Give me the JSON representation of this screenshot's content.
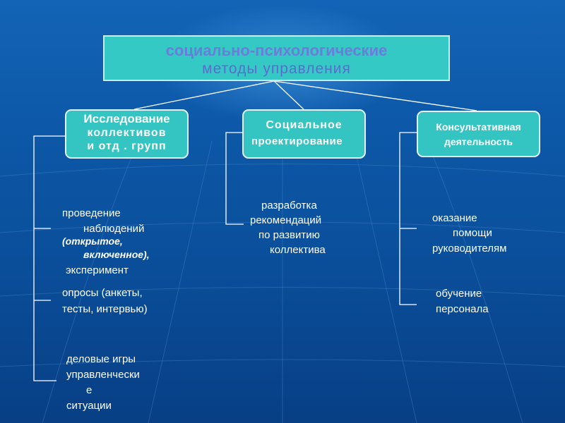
{
  "title": {
    "line1": "социально-психологические",
    "line2": "методы управления"
  },
  "categories": [
    {
      "lines": [
        "Исследование",
        "коллективов",
        "и отд . групп"
      ]
    },
    {
      "lines": [
        "Социальное",
        "проектирование"
      ]
    },
    {
      "lines": [
        "Консультативная",
        "деятельность"
      ]
    }
  ],
  "items": {
    "observation": {
      "line1": "проведение",
      "line2": "наблюдений",
      "line3": "(открытое,",
      "line4": "включенное),",
      "line5": "эксперимент"
    },
    "surveys": {
      "line1": "опросы (анкеты,",
      "line2": "тесты, интервью)"
    },
    "games": {
      "line1": "деловые игры",
      "line2": "управленчески",
      "line3": "е",
      "line4": "ситуации"
    },
    "recommendations": {
      "line1": "разработка",
      "line2": "рекомендаций",
      "line3": "по развитию",
      "line4": "коллектива"
    },
    "assistance": {
      "line1": "оказание",
      "line2": "помощи",
      "line3": "руководителям"
    },
    "training": {
      "line1": "обучение",
      "line2": "персонала"
    }
  },
  "colors": {
    "box_fill": "#35c9c6",
    "title_text": "#6a7dd8",
    "text": "#ffffff",
    "background": "#0d58a8"
  }
}
